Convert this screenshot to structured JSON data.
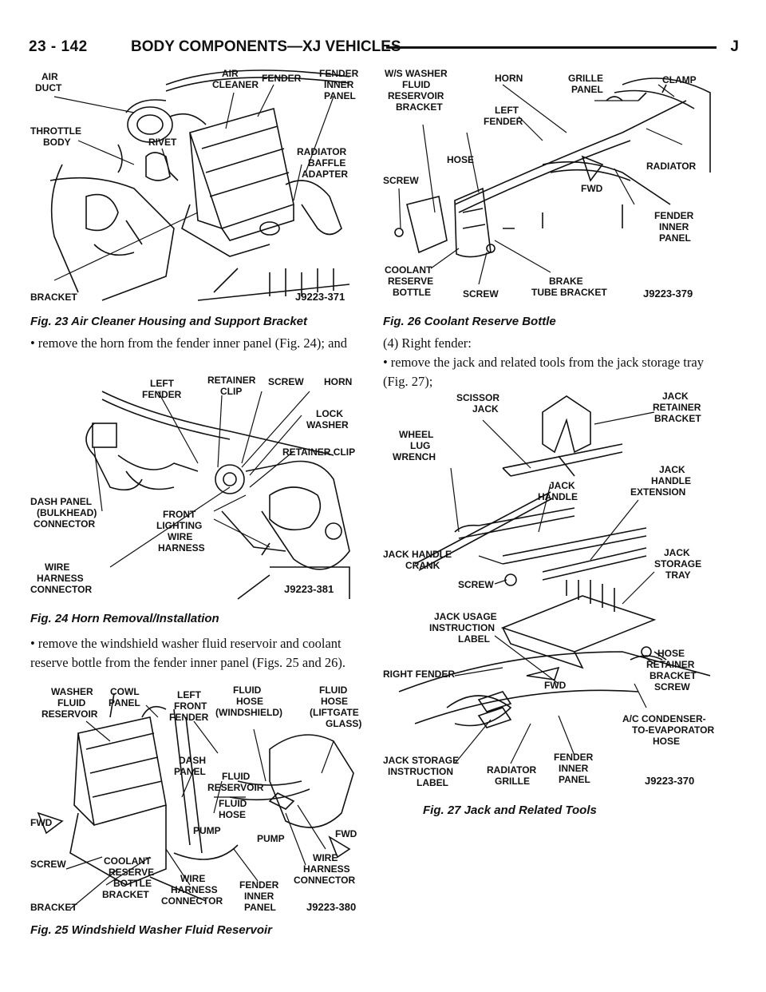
{
  "header": {
    "page_number": "23 - 142",
    "section": "BODY COMPONENTS—XJ VEHICLES",
    "marker": "J"
  },
  "fig23": {
    "caption": "Fig. 23 Air Cleaner Housing and Support Bracket",
    "code": "J9223-371",
    "labels": {
      "air_duct": [
        "AIR",
        "DUCT"
      ],
      "air_cleaner": [
        "AIR",
        "CLEANER"
      ],
      "fender": "FENDER",
      "fender_inner": [
        "FENDER",
        "INNER",
        "PANEL"
      ],
      "throttle": [
        "THROTTLE",
        "BODY"
      ],
      "rivet": "RIVET",
      "baffle": [
        "RADIATOR",
        "BAFFLE",
        "ADAPTER"
      ],
      "bracket": "BRACKET"
    }
  },
  "fig24": {
    "caption": "Fig. 24 Horn Removal/Installation",
    "code": "J9223-381",
    "labels": {
      "left_fender": [
        "LEFT",
        "FENDER"
      ],
      "retainer": [
        "RETAINER",
        "CLIP"
      ],
      "screw": "SCREW",
      "horn": "HORN",
      "lock": [
        "LOCK",
        "WASHER"
      ],
      "retainer2": "RETAINER CLIP",
      "dash": [
        "DASH PANEL",
        "(BULKHEAD)",
        "CONNECTOR"
      ],
      "front": [
        "FRONT",
        "LIGHTING",
        "WIRE",
        "HARNESS"
      ],
      "wire": [
        "WIRE",
        "HARNESS",
        "CONNECTOR"
      ]
    }
  },
  "fig25": {
    "caption": "Fig. 25 Windshield Washer Fluid Reservoir",
    "code": "J9223-380",
    "labels": {
      "washer": [
        "WASHER",
        "FLUID",
        "RESERVOIR"
      ],
      "cowl": [
        "COWL",
        "PANEL"
      ],
      "left_front": [
        "LEFT",
        "FRONT",
        "FENDER"
      ],
      "hose_ws": [
        "FLUID",
        "HOSE",
        "(WINDSHIELD)"
      ],
      "hose_lg": [
        "FLUID",
        "HOSE",
        "(LIFTGATE",
        "GLASS)"
      ],
      "dash": [
        "DASH",
        "PANEL"
      ],
      "fluid_res": [
        "FLUID",
        "RESERVOIR"
      ],
      "fluid_hose": [
        "FLUID",
        "HOSE"
      ],
      "fwd1": "FWD",
      "fwd2": "FWD",
      "pump1": "PUMP",
      "pump2": "PUMP",
      "screw": "SCREW",
      "coolant": [
        "COOLANT",
        "RESERVE",
        "BOTTLE",
        "BRACKET"
      ],
      "bracket": "BRACKET",
      "wire": [
        "WIRE",
        "HARNESS",
        "CONNECTOR"
      ],
      "wire2": [
        "WIRE",
        "HARNESS",
        "CONNECTOR"
      ],
      "fender_inner": [
        "FENDER",
        "INNER",
        "PANEL"
      ]
    }
  },
  "fig26": {
    "caption": "Fig. 26 Coolant Reserve Bottle",
    "code": "J9223-379",
    "labels": {
      "ws": [
        "W/S WASHER",
        "FLUID",
        "RESERVOIR",
        "BRACKET"
      ],
      "horn": "HORN",
      "grille": [
        "GRILLE",
        "PANEL"
      ],
      "clamp": "CLAMP",
      "left_fender": [
        "LEFT",
        "FENDER"
      ],
      "hose": "HOSE",
      "screw": "SCREW",
      "radiator": "RADIATOR",
      "fwd": "FWD",
      "fender_inner": [
        "FENDER",
        "INNER",
        "PANEL"
      ],
      "coolant": [
        "COOLANT",
        "RESERVE",
        "BOTTLE"
      ],
      "screw2": "SCREW",
      "brake": [
        "BRAKE",
        "TUBE BRACKET"
      ]
    }
  },
  "fig27": {
    "caption": "Fig. 27 Jack and Related Tools",
    "code": "J9223-370",
    "labels": {
      "scissor": [
        "SCISSOR",
        "JACK"
      ],
      "jack_ret": [
        "JACK",
        "RETAINER",
        "BRACKET"
      ],
      "wheel": [
        "WHEEL",
        "LUG",
        "WRENCH"
      ],
      "jack_handle": [
        "JACK",
        "HANDLE"
      ],
      "handle_ext": [
        "JACK",
        "HANDLE",
        "EXTENSION"
      ],
      "crank": [
        "JACK HANDLE",
        "CRANK"
      ],
      "tray": [
        "JACK",
        "STORAGE",
        "TRAY"
      ],
      "screw": "SCREW",
      "usage": [
        "JACK USAGE",
        "INSTRUCTION",
        "LABEL"
      ],
      "right_fender": "RIGHT FENDER",
      "hose_ret": [
        "HOSE",
        "RETAINER",
        "BRACKET",
        "SCREW"
      ],
      "fwd": "FWD",
      "ac": [
        "A/C CONDENSER-",
        "TO-EVAPORATOR",
        "HOSE"
      ],
      "storage_label": [
        "JACK STORAGE",
        "INSTRUCTION",
        "LABEL"
      ],
      "rad_grille": [
        "RADIATOR",
        "GRILLE"
      ],
      "fender_inner": [
        "FENDER",
        "INNER",
        "PANEL"
      ]
    }
  },
  "text": {
    "p1": "remove the horn from the fender inner panel (Fig. 24); and",
    "p2": "remove the windshield washer fluid reservoir and coolant reserve bottle from the fender inner panel (Figs. 25 and 26).",
    "p3": "(4) Right fender:",
    "p4": "remove the jack and related tools from the jack storage tray (Fig. 27);",
    "bullet": "•"
  }
}
